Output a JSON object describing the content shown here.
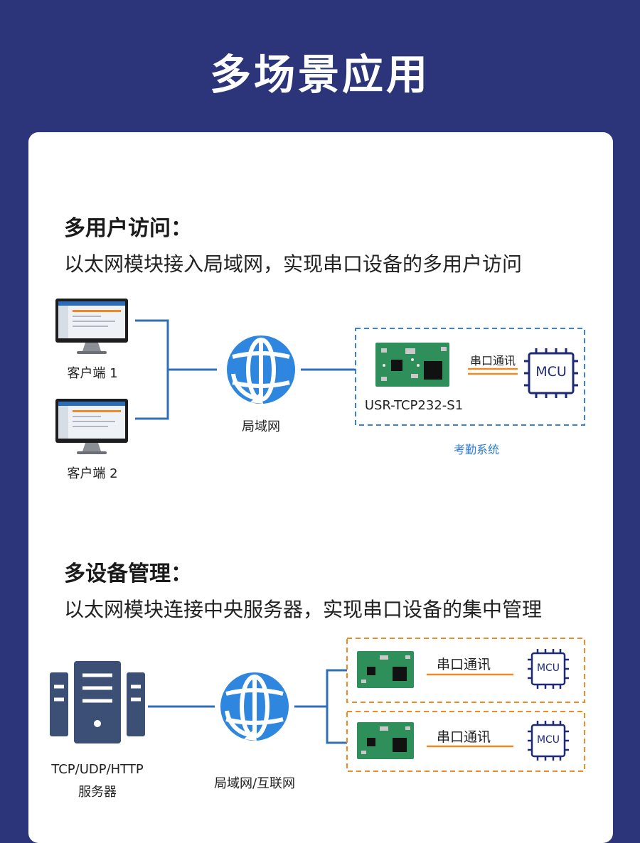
{
  "page": {
    "title": "多场景应用"
  },
  "section1": {
    "title": "多用户访问：",
    "description": "以太网模块接入局域网，实现串口设备的多用户访问",
    "client1_label": "客户端 1",
    "client2_label": "客户端 2",
    "lan_label": "局域网",
    "module_label": "USR-TCP232-S1",
    "serial_label": "串口通讯",
    "mcu_label": "MCU",
    "system_label": "考勤系统"
  },
  "section2": {
    "title": "多设备管理：",
    "description": "以太网模块连接中央服务器，实现串口设备的集中管理",
    "server_label_line1": "TCP/UDP/HTTP",
    "server_label_line2": "服务器",
    "network_label": "局域网/互联网",
    "serial_label_1": "串口通讯",
    "serial_label_2": "串口通讯",
    "mcu_label_1": "MCU",
    "mcu_label_2": "MCU"
  },
  "colors": {
    "background": "#2c347a",
    "card": "#ffffff",
    "line_blue": "#2f6fb8",
    "dashed_blue": "#3a7fe0",
    "dashed_orange": "#f08a24",
    "pcb_green": "#2f8f5a",
    "mcu_navy": "#1e2a78",
    "globe_blue": "#2e86de",
    "server_slate": "#3c4f74",
    "system_label_blue": "#2e7bd6"
  }
}
